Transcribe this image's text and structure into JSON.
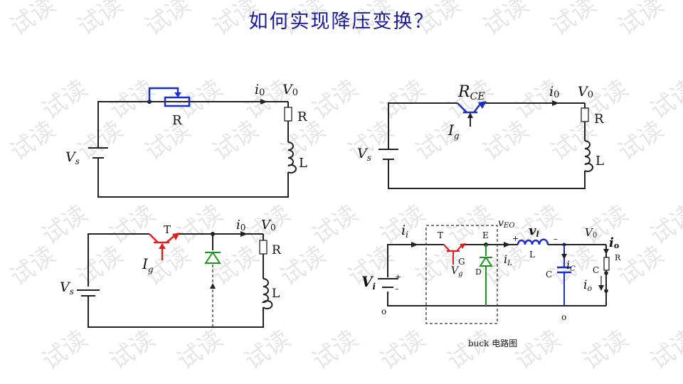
{
  "title": "如何实现降压变换？",
  "watermark_text": "试读",
  "colors": {
    "title": "#1a1a9a",
    "blue": "#1a2ecc",
    "red": "#e02020",
    "green": "#1a9a1a",
    "watermark": "#e6e6ea"
  },
  "circuit1": {
    "Vs": "V",
    "Vs_sub": "s",
    "R_pot": "R",
    "i0": "i",
    "i0_sub": "0",
    "V0": "V",
    "V0_sub": "0",
    "R": "R",
    "L": "L"
  },
  "circuit2": {
    "RCE": "R",
    "RCE_sub": "CE",
    "Ig": "I",
    "Ig_sub": "g",
    "i0": "i",
    "i0_sub": "0",
    "V0": "V",
    "V0_sub": "0",
    "R": "R",
    "L": "L",
    "Vs": "V",
    "Vs_sub": "s"
  },
  "circuit3": {
    "T": "T",
    "Ig": "I",
    "Ig_sub": "g",
    "i0": "i",
    "i0_sub": "0",
    "V0": "V",
    "V0_sub": "0",
    "R": "R",
    "L": "L",
    "Vs": "V",
    "Vs_sub": "s"
  },
  "circuit4": {
    "ii": "i",
    "ii_sub": "i",
    "T": "T",
    "E": "E",
    "vEO": "v",
    "vEO_sub": "EO",
    "vl": "v",
    "vl_sub": "l",
    "minus": "–",
    "V0": "V",
    "V0_sub": "0",
    "io": "i",
    "io_sub": "o",
    "R": "R",
    "G": "G",
    "Vg": "V",
    "Vg_sub": "g",
    "D": "D",
    "iL": "i",
    "iL_sub": "L",
    "L": "L",
    "plus": "+",
    "C": "C",
    "iC": "i",
    "iC_sub": "C",
    "C2": "C",
    "io2": "i",
    "io2_sub": "o",
    "Vi": "V",
    "Vi_sub": "i",
    "o1": "o",
    "o2": "o",
    "bplus": "+",
    "bminus": "–"
  },
  "caption": "buck 电路图"
}
